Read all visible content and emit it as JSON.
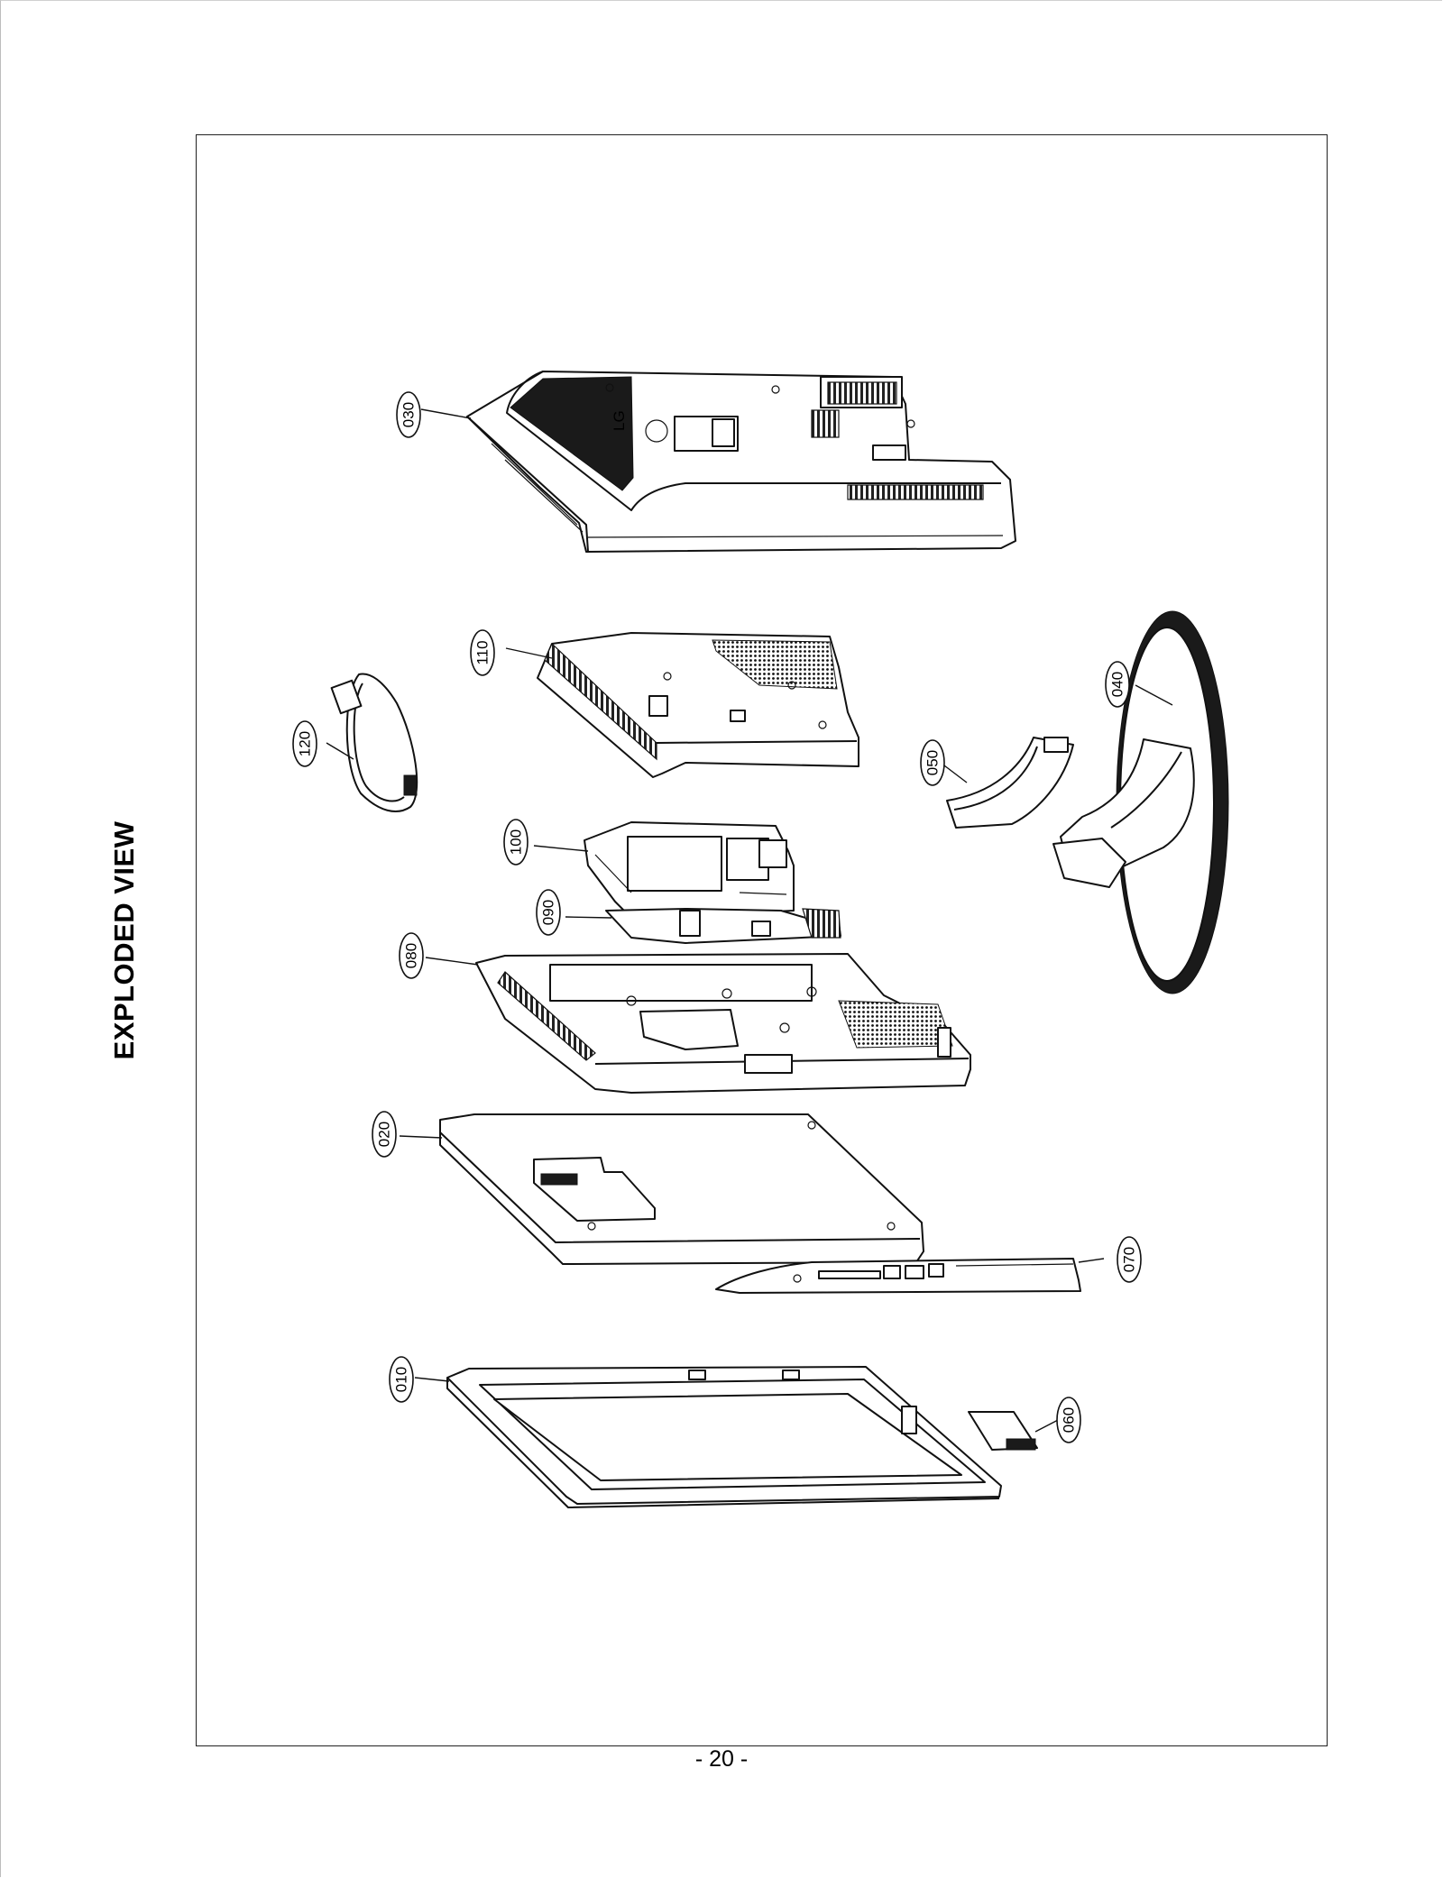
{
  "title": "EXPLODED VIEW",
  "page_number": "- 20 -",
  "callouts": [
    {
      "id": "010",
      "label": "010"
    },
    {
      "id": "020",
      "label": "020"
    },
    {
      "id": "030",
      "label": "030"
    },
    {
      "id": "040",
      "label": "040"
    },
    {
      "id": "050",
      "label": "050"
    },
    {
      "id": "060",
      "label": "060"
    },
    {
      "id": "070",
      "label": "070"
    },
    {
      "id": "080",
      "label": "080"
    },
    {
      "id": "090",
      "label": "090"
    },
    {
      "id": "100",
      "label": "100"
    },
    {
      "id": "110",
      "label": "110"
    },
    {
      "id": "120",
      "label": "120"
    }
  ],
  "back_cover_logo": "LG"
}
